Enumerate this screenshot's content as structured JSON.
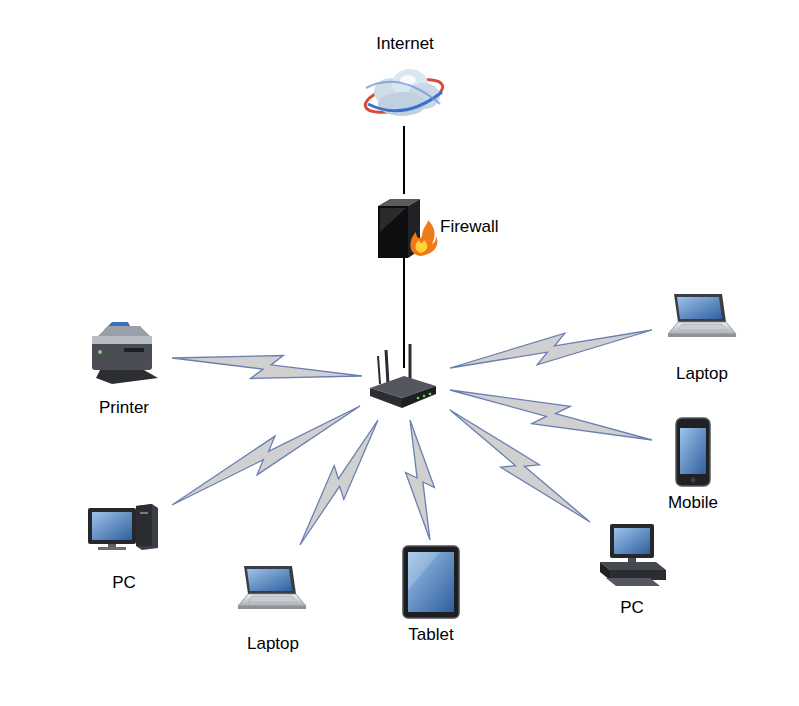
{
  "diagram": {
    "nodes": [
      {
        "text": [
          "Internet"
        ]
      },
      {
        "text": [
          "Firewall"
        ]
      },
      {
        "text": [
          "Laptop"
        ]
      },
      {
        "text": [
          "Printer"
        ]
      },
      {
        "text": [
          "Mobile"
        ]
      },
      {
        "text": [
          "PC"
        ]
      },
      {
        "text": [
          "PC"
        ]
      },
      {
        "text": [
          "Tablet"
        ]
      },
      {
        "text": [
          "Laptop"
        ]
      }
    ],
    "edges": [
      {
        "from": 0,
        "to": 1,
        "arrow": "none"
      }
    ]
  }
}
